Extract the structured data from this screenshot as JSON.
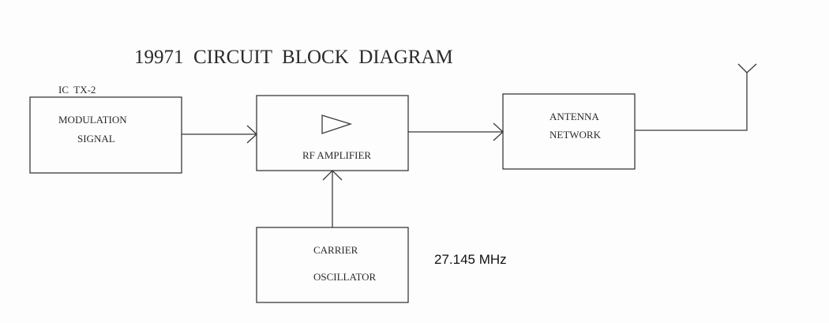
{
  "title": "19971  CIRCUIT  BLOCK  DIAGRAM",
  "blocks": {
    "modulation": {
      "tag": "IC  TX-2",
      "line1": "MODULATION",
      "line2": "SIGNAL"
    },
    "rf_amplifier": {
      "label": "RF AMPLIFIER",
      "symbol": "amplifier-triangle"
    },
    "antenna_network": {
      "line1": "ANTENNA",
      "line2": "NETWORK"
    },
    "carrier_oscillator": {
      "line1": "CARRIER",
      "line2": "OSCILLATOR"
    }
  },
  "frequency": "27.145 MHz",
  "connections": [
    {
      "from": "modulation",
      "to": "rf_amplifier"
    },
    {
      "from": "rf_amplifier",
      "to": "antenna_network"
    },
    {
      "from": "carrier_oscillator",
      "to": "rf_amplifier"
    },
    {
      "from": "antenna_network",
      "to": "antenna"
    }
  ],
  "colors": {
    "line": "#3a3a3a",
    "background": "#fdfdfd"
  }
}
